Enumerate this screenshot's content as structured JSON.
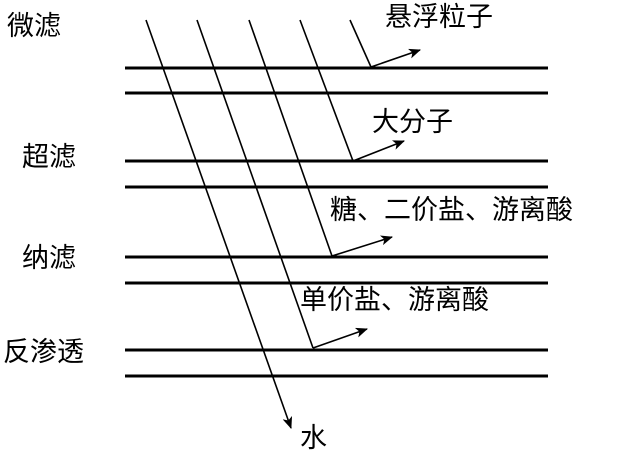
{
  "membranes": [
    {
      "label": "微滤"
    },
    {
      "label": "超滤"
    },
    {
      "label": "纳滤"
    },
    {
      "label": "反渗透"
    }
  ],
  "rejected": [
    {
      "label": "悬浮粒子"
    },
    {
      "label": "大分子"
    },
    {
      "label": "糖、二价盐、游离酸"
    },
    {
      "label": "单价盐、游离酸"
    }
  ],
  "permeate": {
    "label": "水"
  },
  "colors": {
    "ink": "#000000",
    "background": "#ffffff"
  }
}
